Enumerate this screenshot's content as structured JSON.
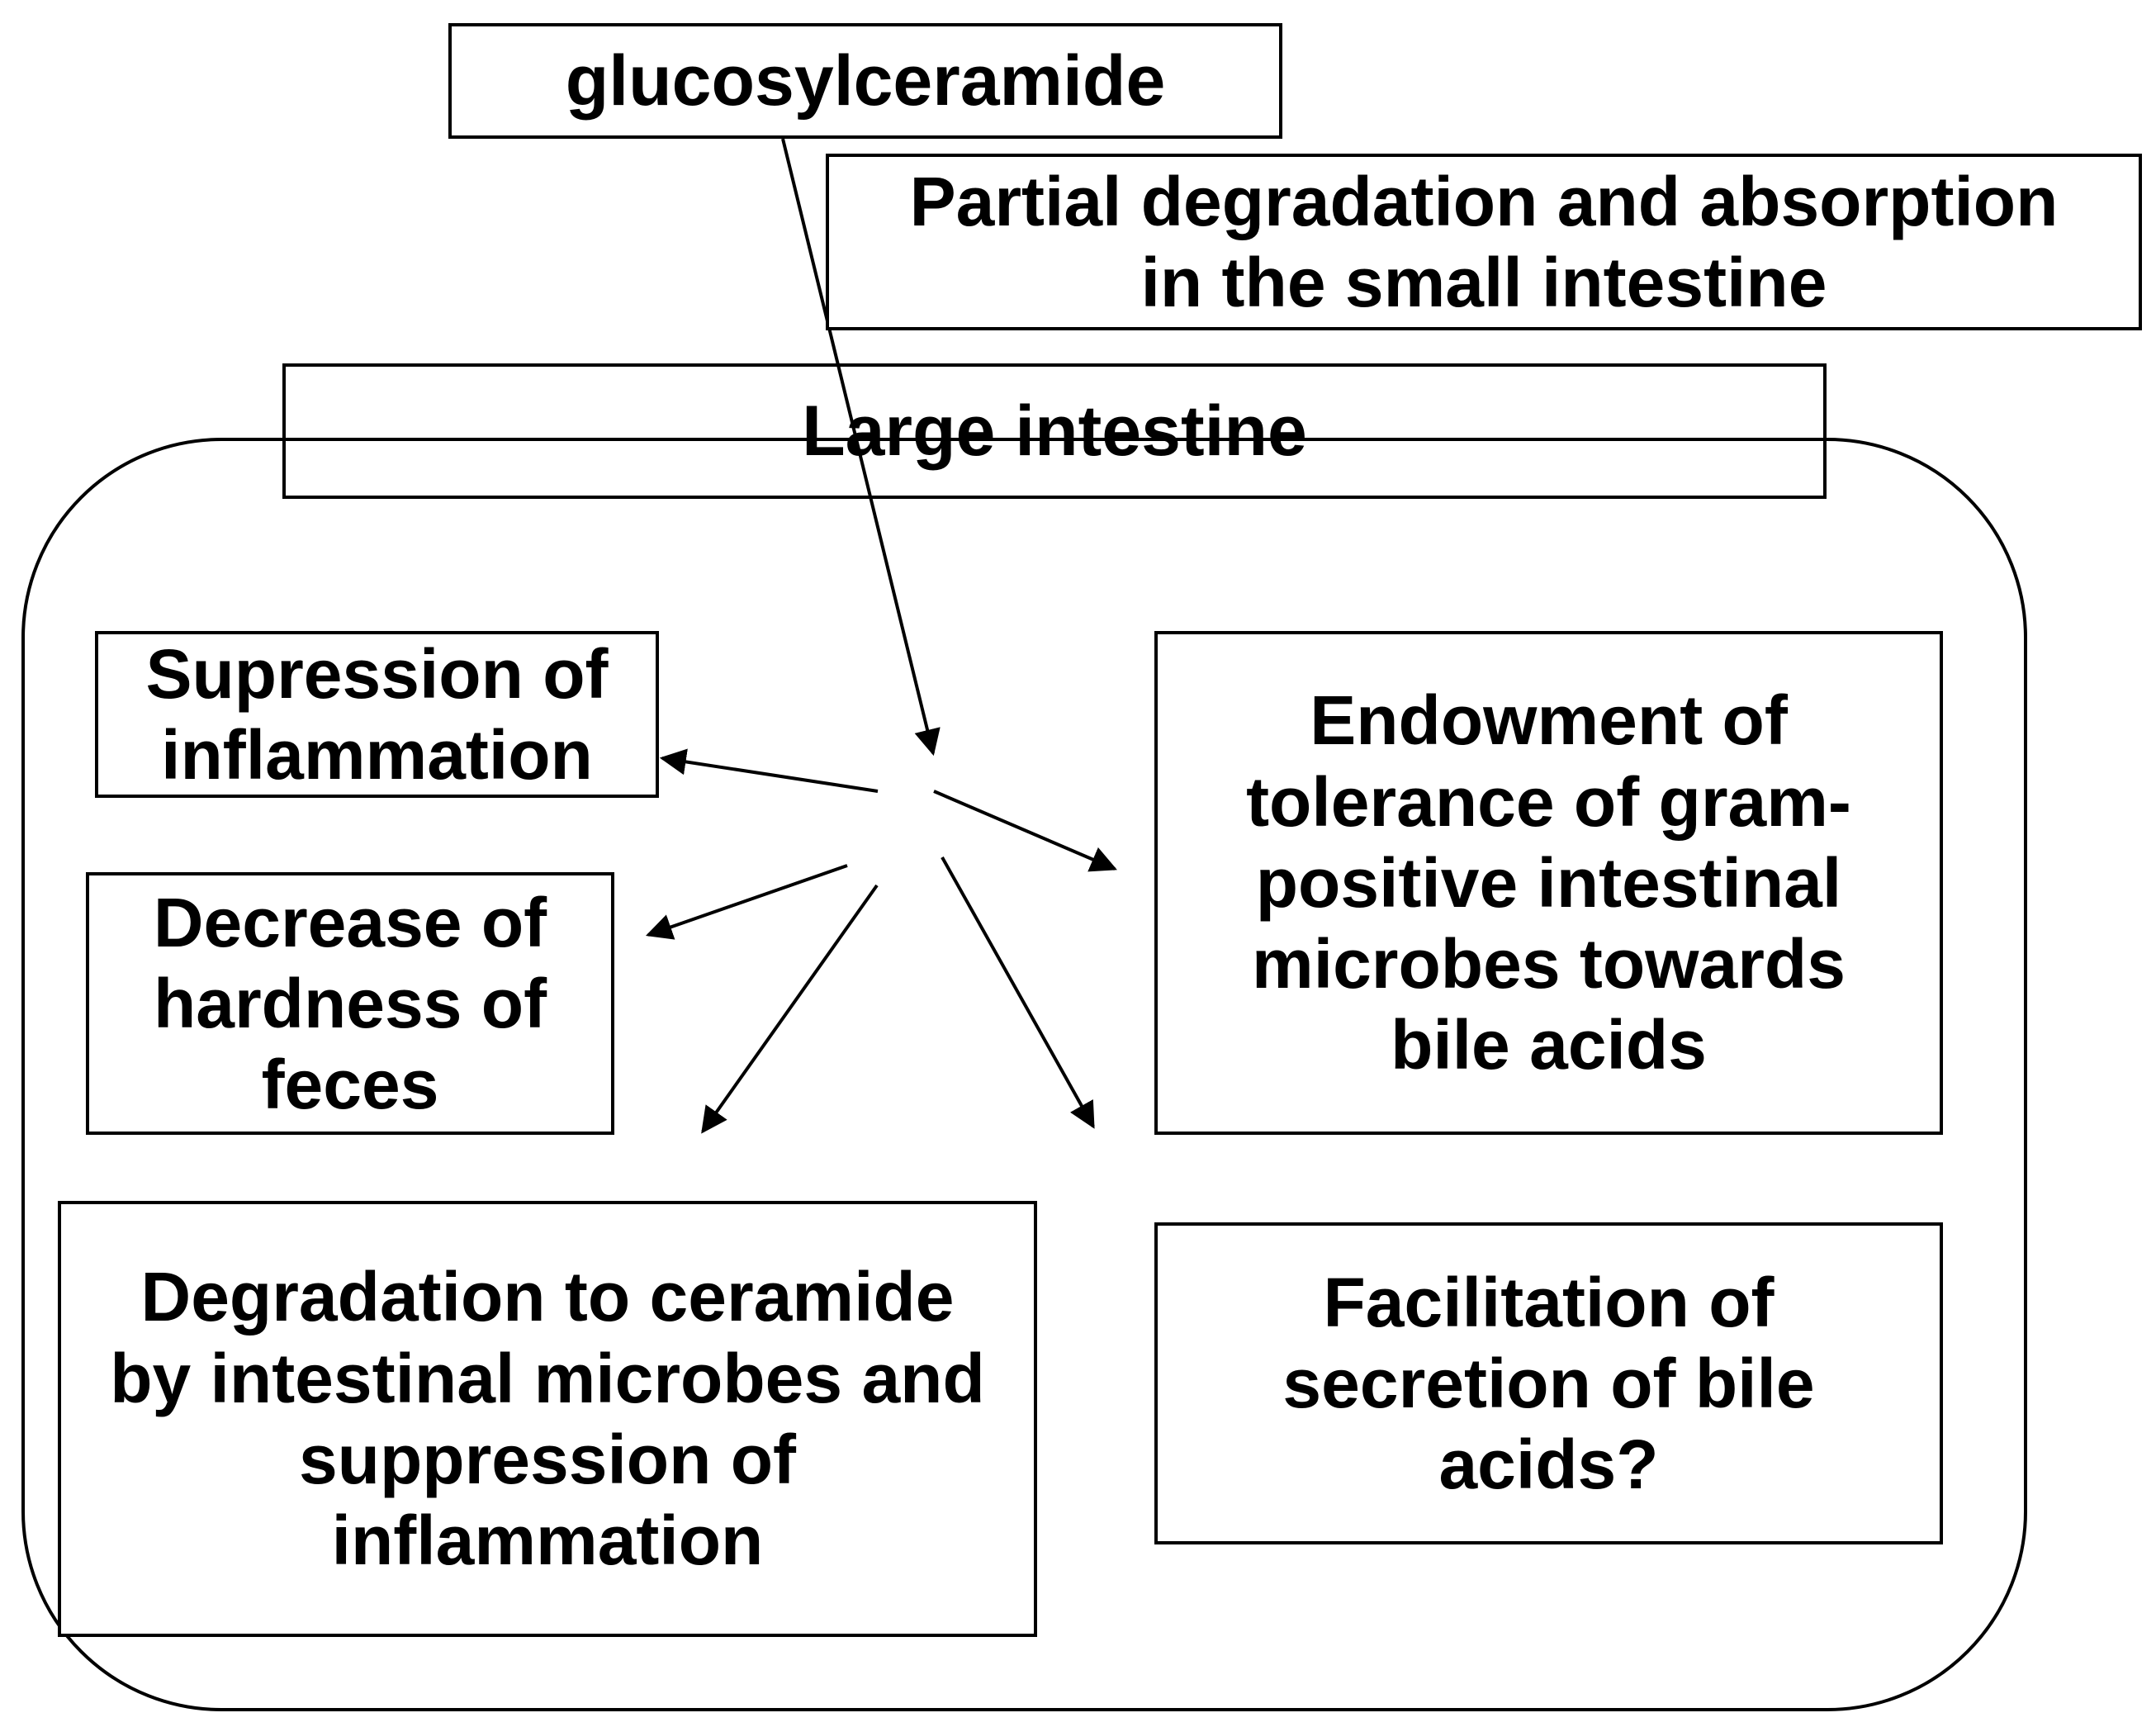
{
  "nodes": {
    "glucosylceramide": "glucosylceramide",
    "small_intestine": "Partial degradation and absorption\nin the small intestine",
    "large_intestine": "Large intestine",
    "suppression": "Supression of\ninflammation",
    "decrease_hardness": "Decrease of\nhardness of\nfeces",
    "endowment": "Endowment of\ntolerance of gram-\npositive intestinal\nmicrobes towards\nbile acids",
    "degradation": "Degradation to ceramide\nby intestinal microbes and\nsuppression of\ninflammation",
    "facilitation": "Facilitation of\nsecretion of bile\nacids?"
  },
  "colors": {
    "stroke": "#000000",
    "background": "#ffffff"
  }
}
